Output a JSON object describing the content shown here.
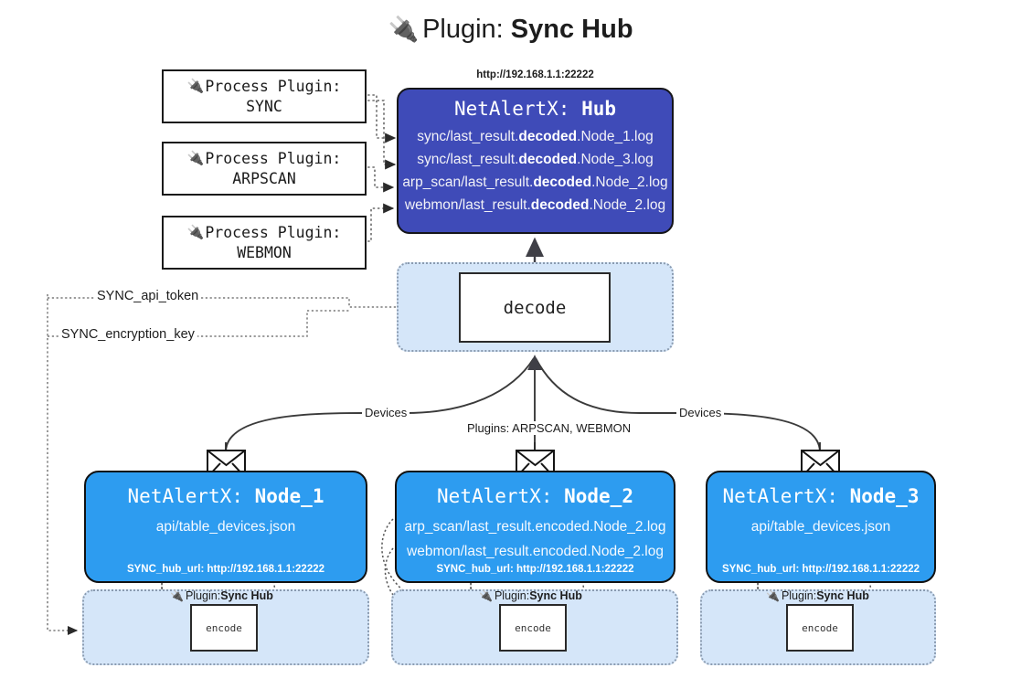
{
  "title": {
    "icon": "plug-icon",
    "prefix": "Plugin: ",
    "name": "Sync Hub"
  },
  "process_plugins": [
    {
      "icon": "plug-icon",
      "line1": "Process Plugin:",
      "line2": "SYNC"
    },
    {
      "icon": "plug-icon",
      "line1": "Process Plugin:",
      "line2": "ARPSCAN"
    },
    {
      "icon": "plug-icon",
      "line1": "Process Plugin:",
      "line2": "WEBMON"
    }
  ],
  "hub": {
    "url": "http://192.168.1.1:22222",
    "title_prefix": "NetAlertX: ",
    "title_name": "Hub",
    "logs": [
      {
        "pre": "sync/last_result.",
        "mid": "decoded",
        "post": ".Node_1.log"
      },
      {
        "pre": "sync/last_result.",
        "mid": "decoded",
        "post": ".Node_3.log"
      },
      {
        "pre": "arp_scan/last_result.",
        "mid": "decoded",
        "post": ".Node_2.log"
      },
      {
        "pre": "webmon/last_result.",
        "mid": "decoded",
        "post": ".Node_2.log"
      }
    ]
  },
  "decode": {
    "label": "decode"
  },
  "secrets": [
    {
      "label": "SYNC_api_token"
    },
    {
      "label": "SYNC_encryption_key"
    }
  ],
  "edge_labels": {
    "devices_left": "Devices",
    "devices_right": "Devices",
    "plugins_middle": "Plugins: ARPSCAN, WEBMON"
  },
  "nodes": [
    {
      "icon": "envelope-icon",
      "title_prefix": "NetAlertX: ",
      "title_name": "Node_1",
      "lines": [
        "api/table_devices.json"
      ],
      "url_label": "SYNC_hub_url: ",
      "url": "http://192.168.1.1:22222"
    },
    {
      "icon": "envelope-icon",
      "title_prefix": "NetAlertX: ",
      "title_name": "Node_2",
      "lines": [
        "arp_scan/last_result.encoded.Node_2.log",
        "webmon/last_result.encoded.Node_2.log"
      ],
      "url_label": "SYNC_hub_url: ",
      "url": "http://192.168.1.1:22222"
    },
    {
      "icon": "envelope-icon",
      "title_prefix": "NetAlertX: ",
      "title_name": "Node_3",
      "lines": [
        "api/table_devices.json"
      ],
      "url_label": "SYNC_hub_url: ",
      "url": "http://192.168.1.1:22222"
    }
  ],
  "bottom_plugins": [
    {
      "icon": "plug-icon",
      "prefix": "Plugin: ",
      "name": "Sync Hub",
      "encode_label": "encode"
    },
    {
      "icon": "plug-icon",
      "prefix": "Plugin: ",
      "name": "Sync Hub",
      "encode_label": "encode"
    },
    {
      "icon": "plug-icon",
      "prefix": "Plugin: ",
      "name": "Sync Hub",
      "encode_label": "encode"
    }
  ],
  "colors": {
    "hub_fill": "#3f4bb8",
    "node_fill": "#2d9cf0",
    "container_fill": "#d5e6f9",
    "stroke": "#111111"
  }
}
